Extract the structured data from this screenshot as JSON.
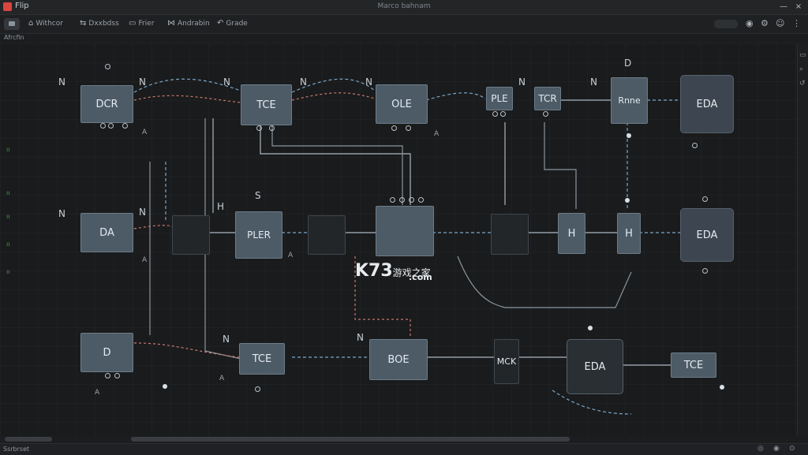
{
  "titlebar": {
    "app_name": "Flip",
    "window_title": "Marco bahnam",
    "minimize": "—",
    "close": "×"
  },
  "toolbar": {
    "items": [
      {
        "icon": "⌂",
        "label": "Withcor"
      },
      {
        "icon": "⇆",
        "label": "Dxxbdss"
      },
      {
        "icon": "▭",
        "label": "Frier"
      },
      {
        "icon": "⋈",
        "label": "Andrabin"
      },
      {
        "icon": "↶",
        "label": "Grade"
      }
    ],
    "right_icons": [
      "◉",
      "⚙",
      "☺",
      "⋮"
    ]
  },
  "subbar": {
    "label": "Afrcfin"
  },
  "status": {
    "text": "Ssrbrset"
  },
  "watermark": {
    "text": "K73",
    "sub": "游戏之家",
    "domain": ".com"
  },
  "nodes": {
    "n1": "DCR",
    "n2": "TCE",
    "n3": "OLE",
    "n4": "PLE",
    "n5": "TCR",
    "n6": "Rnne",
    "n7": "EDA",
    "n8": "DA",
    "n9": "PLER",
    "n10": "H",
    "n11": "H",
    "n12": "EDA",
    "n13": "D",
    "n14": "TCE",
    "n15": "BOE",
    "n16": "MCK",
    "n17": "EDA",
    "n18": "TCE"
  },
  "labels": {
    "l1": "N",
    "l2": "N",
    "l3": "N",
    "l4": "N",
    "l5": "N",
    "l6": "N",
    "l7": "N",
    "l8": "N",
    "l9": "N",
    "l10": "N",
    "l11": "N",
    "l12": "H",
    "l13": "S",
    "l14": "D",
    "l15": "A",
    "l16": "A",
    "l17": "A",
    "l18": "A",
    "l19": "A",
    "l20": "A"
  }
}
